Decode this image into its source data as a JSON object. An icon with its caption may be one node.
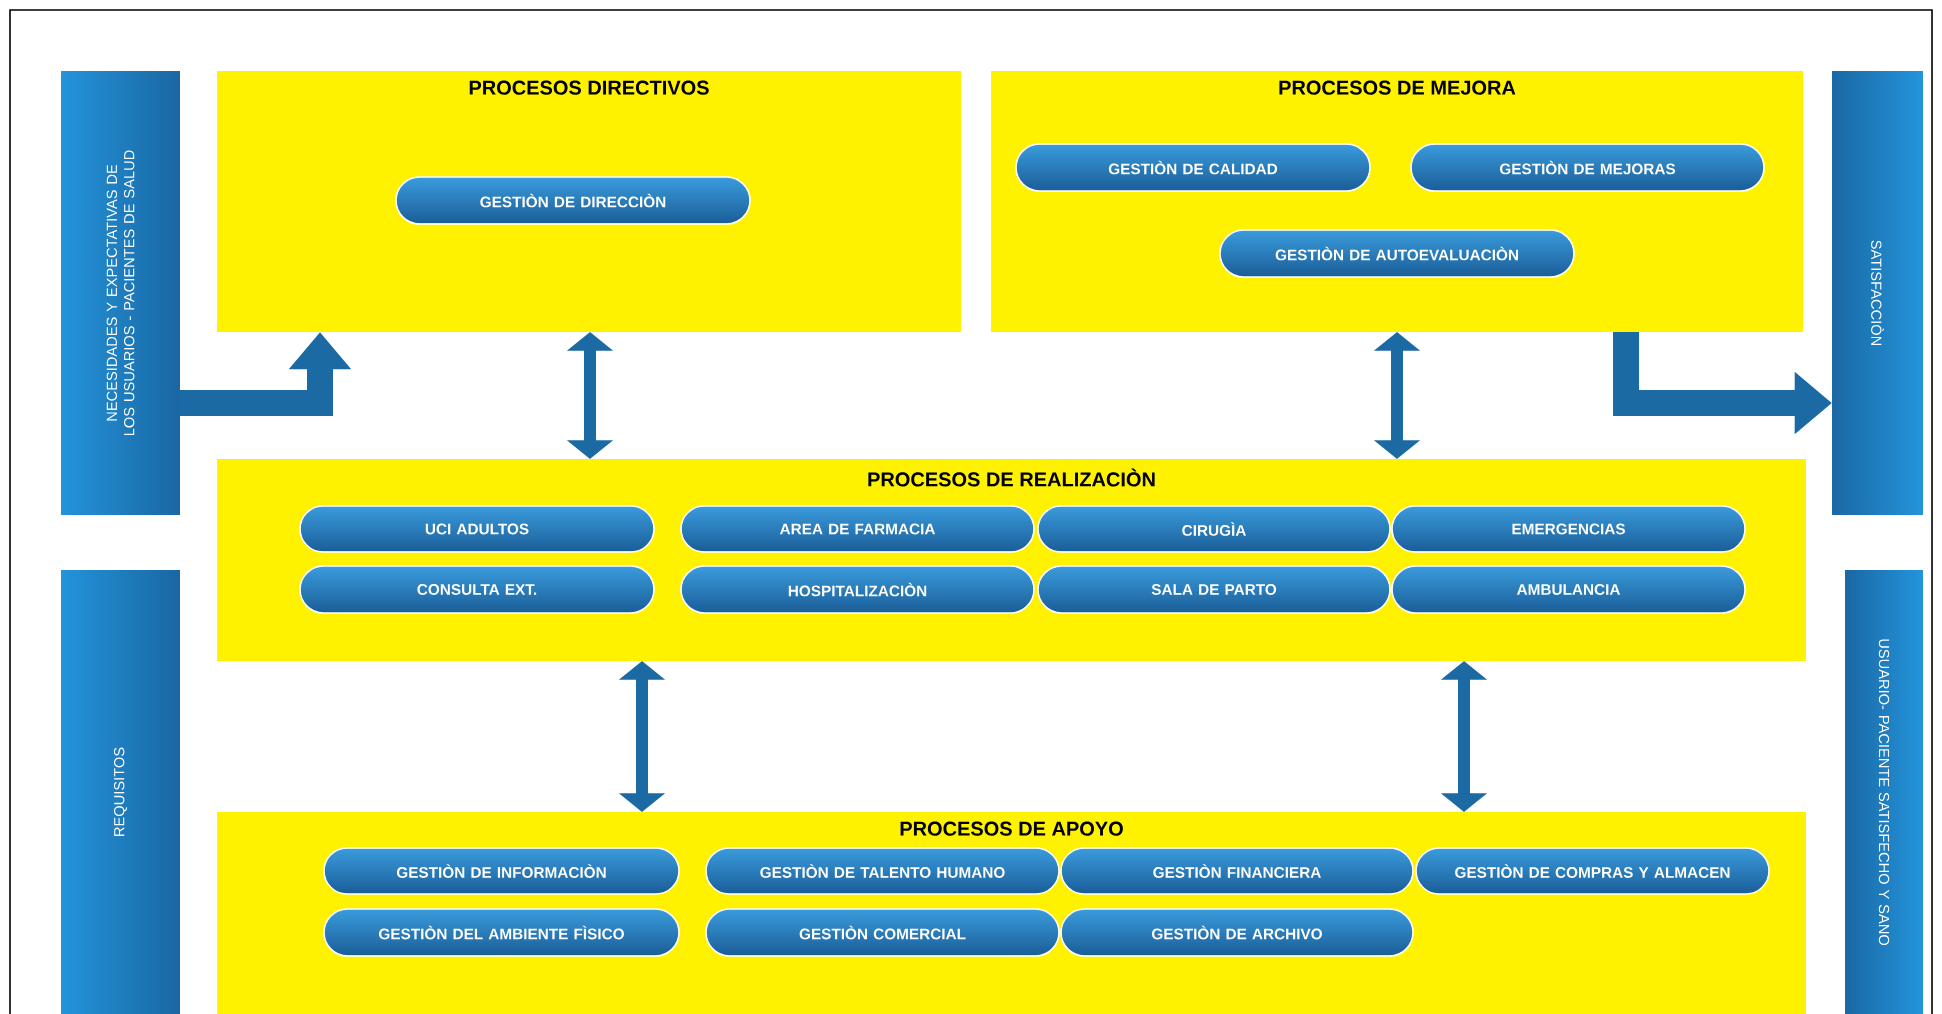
{
  "diagram": {
    "nodes": [
      {
        "text": [
          "NECESIDADES Y EXPECTATIVAS DE LOS USUARIOS - PACIENTES DE SALUD"
        ]
      },
      {
        "text": [
          "PROCESOS DIRECTIVOS"
        ]
      },
      {
        "text": [
          "GESTIÒN DE DIRECCIÒN"
        ],
        "in": 1
      },
      {
        "text": [
          "PROCESOS DE MEJORA"
        ]
      },
      {
        "text": [
          "GESTIÒN DE CALIDAD"
        ],
        "in": 3
      },
      {
        "text": [
          "GESTIÒN DE MEJORAS"
        ],
        "in": 3
      },
      {
        "text": [
          "GESTIÒN DE AUTOEVALUACIÒN"
        ],
        "in": 3
      },
      {
        "text": [
          "SATISFACCIÒN"
        ]
      },
      {
        "text": [
          "PROCESOS DE REALIZACIÒN"
        ]
      },
      {
        "text": [
          "UCI ADULTOS"
        ],
        "in": 8
      },
      {
        "text": [
          "AREA DE FARMACIA"
        ],
        "in": 8
      },
      {
        "text": [
          "CIRUGÌA"
        ],
        "in": 8
      },
      {
        "text": [
          "EMERGENCIAS"
        ],
        "in": 8
      },
      {
        "text": [
          "CONSULTA EXT."
        ],
        "in": 8
      },
      {
        "text": [
          "HOSPITALIZACIÒN"
        ],
        "in": 8
      },
      {
        "text": [
          "SALA DE PARTO"
        ],
        "in": 8
      },
      {
        "text": [
          "AMBULANCIA"
        ],
        "in": 8
      },
      {
        "text": [
          "REQUISITOS"
        ]
      },
      {
        "text": [
          "PROCESOS DE APOYO"
        ]
      },
      {
        "text": [
          "GESTIÒN DE INFORMACIÒN"
        ],
        "in": 18
      },
      {
        "text": [
          "GESTIÒN DE TALENTO HUMANO"
        ],
        "in": 18
      },
      {
        "text": [
          "GESTIÒN FINANCIERA"
        ],
        "in": 18
      },
      {
        "text": [
          "GESTIÒN DE COMPRAS Y ALMACEN"
        ],
        "in": 18
      },
      {
        "text": [
          "GESTIÒN DEL AMBIENTE FÌSICO"
        ],
        "in": 18
      },
      {
        "text": [
          "GESTIÒN COMERCIAL"
        ],
        "in": 18
      },
      {
        "text": [
          "GESTIÒN DE ARCHIVO"
        ],
        "in": 18
      },
      {
        "text": [
          "USUARIO- PACIENTE SATISFECHO Y SANO"
        ]
      }
    ],
    "edges": [
      {
        "from": 0,
        "to": 1,
        "arrow": "to",
        "style": "thick"
      },
      {
        "from": 1,
        "to": 8,
        "arrow": "both"
      },
      {
        "from": 3,
        "to": 8,
        "arrow": "both"
      },
      {
        "from": 3,
        "to": 7,
        "arrow": "to",
        "style": "thick"
      },
      {
        "from": 8,
        "to": 18,
        "arrow": "both"
      },
      {
        "from": 8,
        "to": 18,
        "arrow": "both"
      }
    ]
  }
}
